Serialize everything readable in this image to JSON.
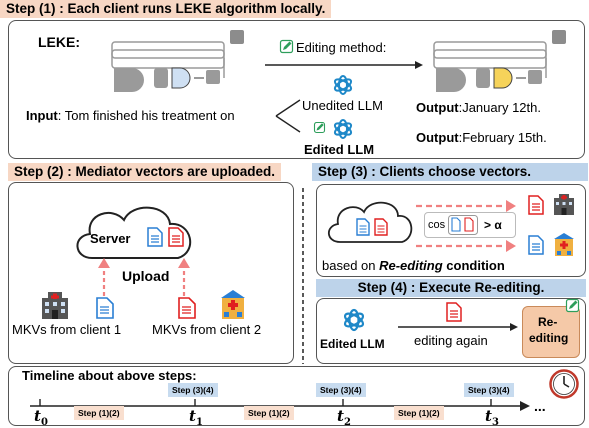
{
  "step1": {
    "title": "Step (1) : Each client runs LEKE algorithm locally.",
    "leke_label": "LEKE:",
    "editing_method": "Editing method:",
    "input_label": "Input",
    "input_text": ": Tom finished his treatment on",
    "unedited_llm": "Unedited LLM",
    "edited_llm": "Edited LLM",
    "output_label_1": "Output",
    "output_text_1": ":January 12th.",
    "output_label_2": "Output",
    "output_text_2": ":February 15th."
  },
  "step2": {
    "title": "Step (2) : Mediator vectors are uploaded.",
    "server": "Server",
    "upload": "Upload",
    "mkv_client1": "MKVs from client 1",
    "mkv_client2": "MKVs from client 2"
  },
  "step3": {
    "title": "Step (3) : Clients choose vectors.",
    "cos": "cos",
    "greater_alpha": "> α",
    "condition_prefix": "based on ",
    "condition_bold": "Re-editing",
    "condition_suffix": " condition"
  },
  "step4": {
    "title": "Step (4) : Execute Re-editing.",
    "edited_llm": "Edited LLM",
    "editing_again": "editing again",
    "reediting_line1": "Re-",
    "reediting_line2": "editing"
  },
  "timeline": {
    "title": "Timeline about above steps:",
    "chips": [
      {
        "label": "Step (3)(4)",
        "kind": "blue"
      },
      {
        "label": "Step (3)(4)",
        "kind": "blue"
      },
      {
        "label": "Step (3)(4)",
        "kind": "blue"
      },
      {
        "label": "Step (1)(2)",
        "kind": "orange"
      },
      {
        "label": "Step (1)(2)",
        "kind": "orange"
      },
      {
        "label": "Step (1)(2)",
        "kind": "orange"
      }
    ],
    "t_base": "t",
    "t_subs": [
      "0",
      "1",
      "2",
      "3"
    ],
    "ellipsis": "..."
  },
  "colors": {
    "orange_bar": "#f7d7c4",
    "blue_bar": "#bdd3ea",
    "doc_red": "#e02020",
    "doc_blue": "#2a7fd4",
    "arrow_red": "#f08080",
    "reedit_box": "#f5c9a8"
  }
}
